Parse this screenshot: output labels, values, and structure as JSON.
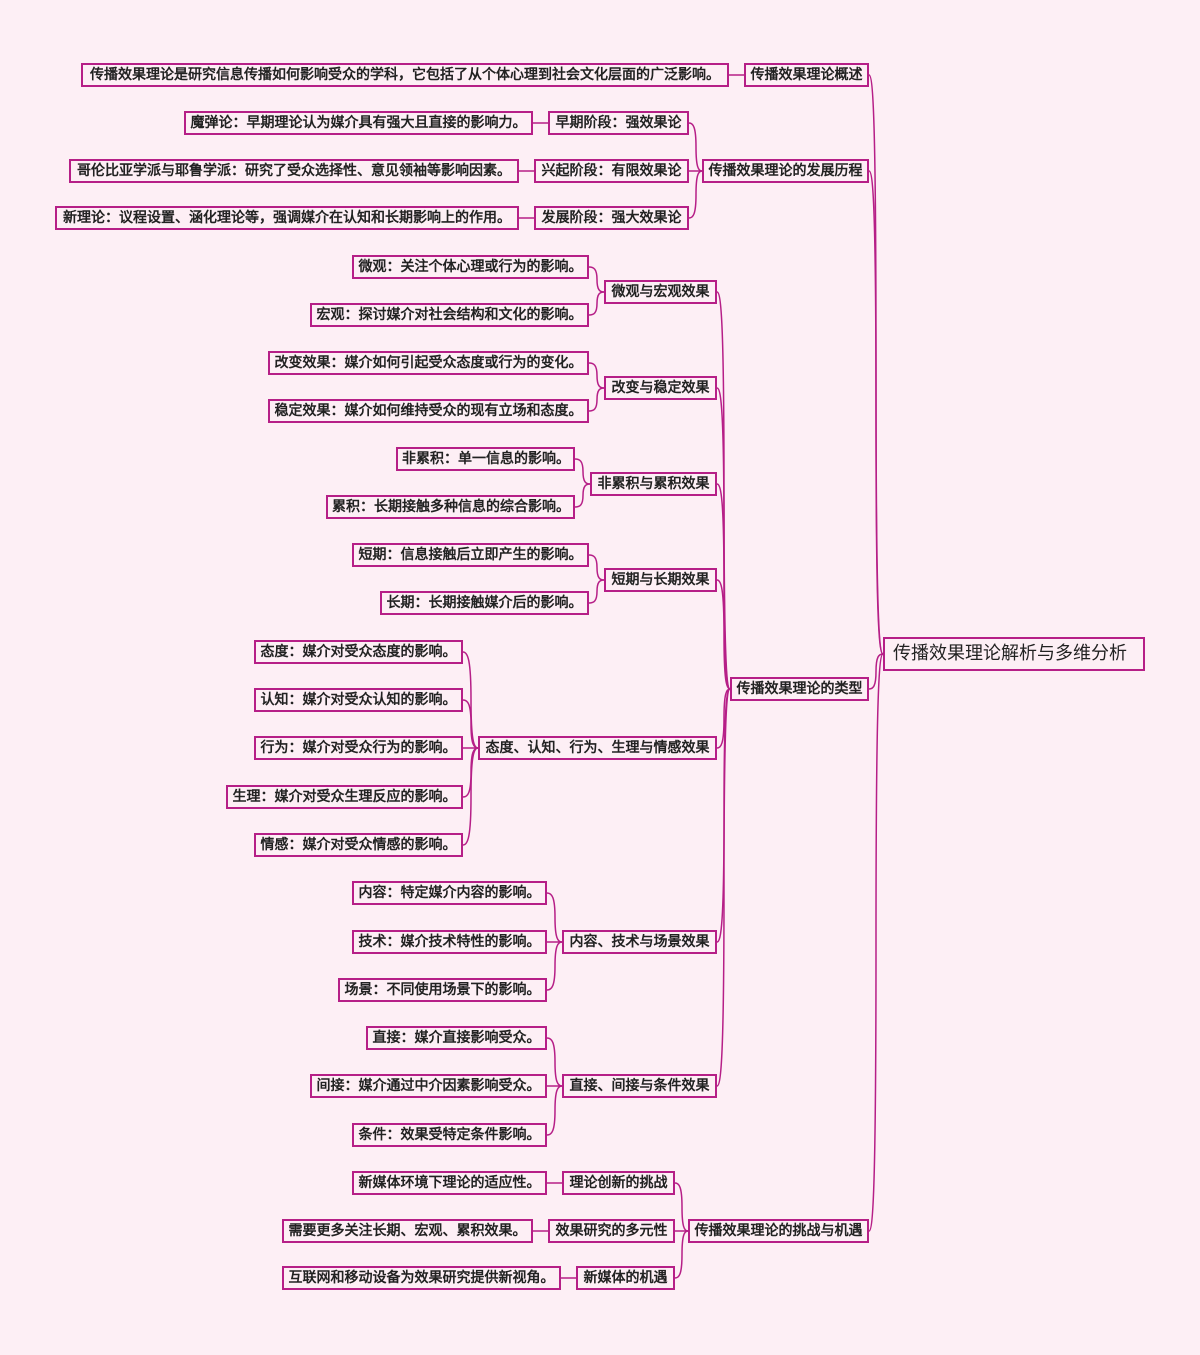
{
  "colors": {
    "background": "#fdeff5",
    "line": "#b61f87",
    "border": "#b61f87",
    "text": "#222222"
  },
  "mindmap": {
    "root": "传播效果理论解析与多维分析",
    "branches": [
      {
        "label": "传播效果理论概述",
        "leaves": [
          "传播效果理论是研究信息传播如何影响受众的学科，它包括了从个体心理到社会文化层面的广泛影响。"
        ]
      },
      {
        "label": "传播效果理论的发展历程",
        "children": [
          {
            "label": "早期阶段：强效果论",
            "leaves": [
              "魔弹论：早期理论认为媒介具有强大且直接的影响力。"
            ]
          },
          {
            "label": "兴起阶段：有限效果论",
            "leaves": [
              "哥伦比亚学派与耶鲁学派：研究了受众选择性、意见领袖等影响因素。"
            ]
          },
          {
            "label": "发展阶段：强大效果论",
            "leaves": [
              "新理论：议程设置、涵化理论等，强调媒介在认知和长期影响上的作用。"
            ]
          }
        ]
      },
      {
        "label": "传播效果理论的类型",
        "children": [
          {
            "label": "微观与宏观效果",
            "leaves": [
              "微观：关注个体心理或行为的影响。",
              "宏观：探讨媒介对社会结构和文化的影响。"
            ]
          },
          {
            "label": "改变与稳定效果",
            "leaves": [
              "改变效果：媒介如何引起受众态度或行为的变化。",
              "稳定效果：媒介如何维持受众的现有立场和态度。"
            ]
          },
          {
            "label": "非累积与累积效果",
            "leaves": [
              "非累积：单一信息的影响。",
              "累积：长期接触多种信息的综合影响。"
            ]
          },
          {
            "label": "短期与长期效果",
            "leaves": [
              "短期：信息接触后立即产生的影响。",
              "长期：长期接触媒介后的影响。"
            ]
          },
          {
            "label": "态度、认知、行为、生理与情感效果",
            "leaves": [
              "态度：媒介对受众态度的影响。",
              "认知：媒介对受众认知的影响。",
              "行为：媒介对受众行为的影响。",
              "生理：媒介对受众生理反应的影响。",
              "情感：媒介对受众情感的影响。"
            ]
          },
          {
            "label": "内容、技术与场景效果",
            "leaves": [
              "内容：特定媒介内容的影响。",
              "技术：媒介技术特性的影响。",
              "场景：不同使用场景下的影响。"
            ]
          },
          {
            "label": "直接、间接与条件效果",
            "leaves": [
              "直接：媒介直接影响受众。",
              "间接：媒介通过中介因素影响受众。",
              "条件：效果受特定条件影响。"
            ]
          }
        ]
      },
      {
        "label": "传播效果理论的挑战与机遇",
        "children": [
          {
            "label": "理论创新的挑战",
            "leaves": [
              "新媒体环境下理论的适应性。"
            ]
          },
          {
            "label": "效果研究的多元性",
            "leaves": [
              "需要更多关注长期、宏观、累积效果。"
            ]
          },
          {
            "label": "新媒体的机遇",
            "leaves": [
              "互联网和移动设备为效果研究提供新视角。"
            ]
          }
        ]
      }
    ]
  }
}
